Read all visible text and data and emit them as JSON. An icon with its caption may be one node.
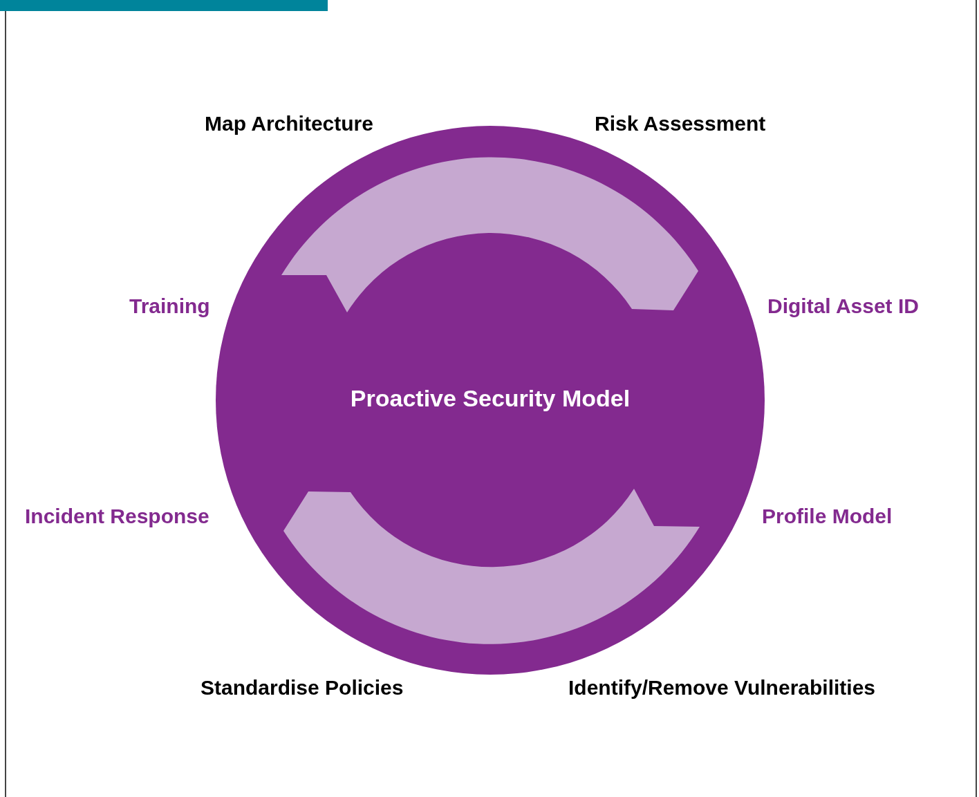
{
  "diagram": {
    "nodes": [
      {
        "text": [
          "Proactive Security Model"
        ]
      }
    ],
    "edges": [],
    "labels": [
      "Map Architecture",
      "Risk Assessment",
      "Training",
      "Digital Asset ID",
      "Incident Response",
      "Profile Model",
      "Standardise Policies",
      "Identify/Remove Vulnerabilities"
    ]
  }
}
